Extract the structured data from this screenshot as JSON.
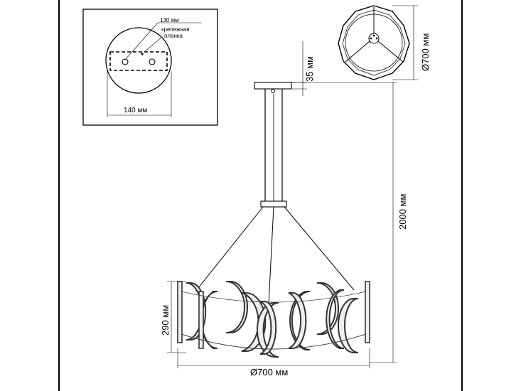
{
  "mount_inset": {
    "label_130": "130 мм",
    "label_bracket_line1": "крепежная",
    "label_bracket_line2": "планка",
    "label_140": "140 мм"
  },
  "top_view": {
    "label_diameter": "Ø700 мм"
  },
  "front_view": {
    "label_canopy": "35 мм",
    "label_total_height": "2000 мм",
    "label_shade_height": "290 мм",
    "label_diameter": "Ø700 мм"
  },
  "colors": {
    "line": "#000000",
    "metal": "#333333",
    "glass_edge": "#6b6b6b",
    "glass_fill": "#e8e8e8"
  }
}
